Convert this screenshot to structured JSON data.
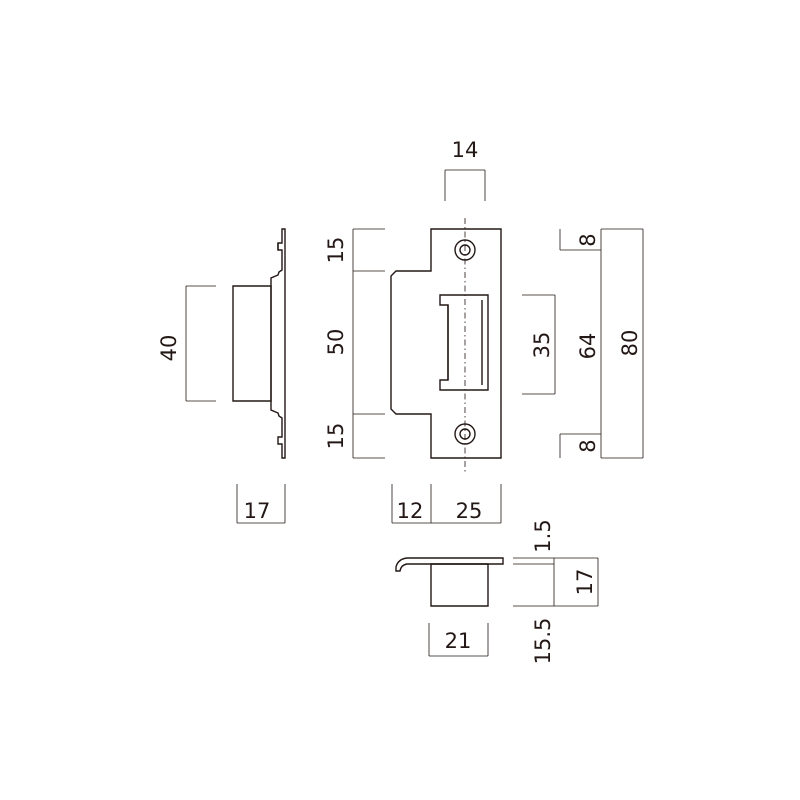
{
  "dimensions": {
    "side_width": "17",
    "side_height": "40",
    "top_gap": "14",
    "upper_margin": "15",
    "opening": "50",
    "lower_margin": "15",
    "lip_width": "12",
    "plate_width": "25",
    "slot_height": "35",
    "screw_pitch": "64",
    "plate_height": "80",
    "screw_offset_top": "8",
    "screw_offset_bottom": "8",
    "bottom_thickness": "1.5",
    "bottom_depth": "17",
    "bottom_body": "15.5",
    "bottom_width": "21"
  },
  "colors": {
    "line": "#231815",
    "background": "#ffffff"
  }
}
